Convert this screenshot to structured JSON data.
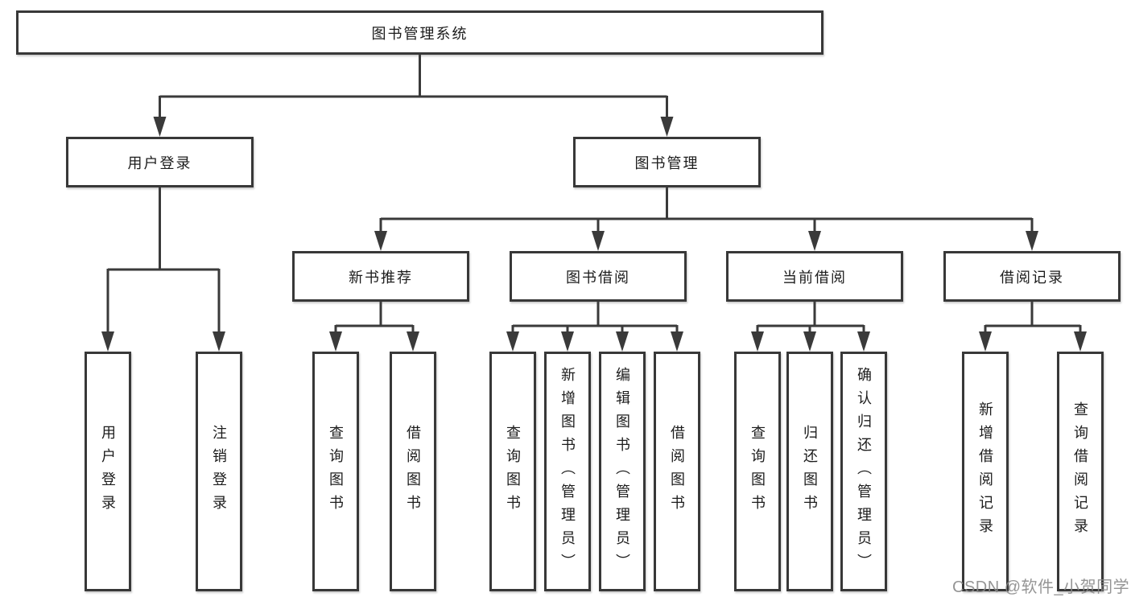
{
  "colors": {
    "line": "#3a3a3a",
    "box_border": "#383838",
    "box_fill": "#ffffff",
    "text": "#1c1c1c",
    "watermark": "#8a8a8a",
    "background": "#ffffff"
  },
  "watermark": {
    "text": "CSDN @软件_小贺同学"
  },
  "tree": {
    "label": "图书管理系统",
    "children": [
      {
        "label": "用户登录",
        "children": [
          {
            "label": "用户登录"
          },
          {
            "label": "注销登录"
          }
        ]
      },
      {
        "label": "图书管理",
        "children": [
          {
            "label": "新书推荐",
            "children": [
              {
                "label": "查询图书"
              },
              {
                "label": "借阅图书"
              }
            ]
          },
          {
            "label": "图书借阅",
            "children": [
              {
                "label": "查询图书"
              },
              {
                "label": "新增图书（管理员）"
              },
              {
                "label": "编辑图书（管理员）"
              },
              {
                "label": "借阅图书"
              }
            ]
          },
          {
            "label": "当前借阅",
            "children": [
              {
                "label": "查询图书"
              },
              {
                "label": "归还图书"
              },
              {
                "label": "确认归还（管理员）"
              }
            ]
          },
          {
            "label": "借阅记录",
            "children": [
              {
                "label": "新增借阅记录"
              },
              {
                "label": "查询借阅记录"
              }
            ]
          }
        ]
      }
    ]
  }
}
